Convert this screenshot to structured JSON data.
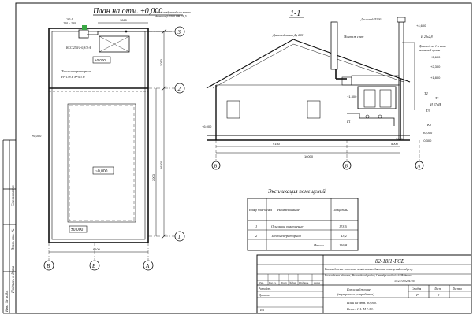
{
  "plan": {
    "title": "План на отм. ±0,000",
    "room_zone_label": "~0,000",
    "room_bottom_label": "±0,000",
    "top_note_1": "Выход воздуховода из котла",
    "top_note_2": "(дымоход) Ø160 ОВ 7/6,5",
    "dim_top": "1860",
    "dim_right_1": "3050",
    "dim_right_2": "2000",
    "dim_vertical": "16200",
    "dim_bottom": "6100",
    "label_chimney": "ЭК-1",
    "label_chimney_size": "200 х 200",
    "label_kss": "КСС 250/1-0,8/3-А",
    "label_teplo": "Теплогенераторная",
    "label_teplo_area": "Н=158 м  S=4,3 м",
    "label_plus000": "+0,000",
    "left_mark": "+6,000"
  },
  "axes": {
    "a3": "3",
    "a2": "2",
    "a1": "1",
    "aV": "В",
    "aB": "Б",
    "aA": "А"
  },
  "section": {
    "title": "1-1",
    "note_chimney": "Дымовой канал  Дy 200",
    "note_chimney2": "Монтаж стен",
    "note_roof": "Дымоход Ø200",
    "note_ventel": "Ø 28x2,8",
    "note_vent_h": "Дымоход от 1 м выше",
    "note_vent_h2": "коньковой кровли",
    "mark_top": "+4,600",
    "mark_mid1": "+2,600",
    "mark_mid2": "+2,300",
    "mark_mid3": "+1,800",
    "mark_low": "+1,300",
    "mark_floor": "±0,000",
    "mark_left": "+6,000",
    "mark_ground": "-0,300",
    "dim_left": "9150",
    "dim_total": "16000",
    "dim_right": "5000",
    "dim_right2": "3000",
    "ax_left": "В",
    "ax_mid": "Б",
    "ax_right": "А",
    "callout_t1": "Т1",
    "callout_t2": "Т2",
    "callout_t3": "Т3",
    "callout_g": "Г1",
    "callout_k": "К1",
    "callout_vk": "Ø 57x4В"
  },
  "explication": {
    "title": "Экспликация помещений",
    "headers": [
      "Номер поме-щения",
      "Наименование",
      "Площадь м2"
    ],
    "rows": [
      [
        "1",
        "Основное помещение",
        "113,6"
      ],
      [
        "2",
        "Теплогенераторная",
        "43,2"
      ],
      [
        "",
        "Итого",
        "156,8"
      ]
    ]
  },
  "stamp": {
    "code": "82-18/1-ГСВ",
    "desc1": "Газоснабжение комплекса хозяйственно-бытовых помещений по адресу:",
    "desc2": "Вологодская область, Вологодский район, Октябрьский с/с, б. Медвино",
    "desc3": "35:25:0502047:64",
    "headers": [
      "Изм.",
      "Кол.уч.",
      "Лист",
      "№док.",
      "Подпись",
      "Дата"
    ],
    "role1": "Разработ.",
    "role2": "Проверил",
    "role3": "ГИП",
    "object": "Газоснабжение",
    "object2": "(внутренние устройства)",
    "stage_h": "Стадия",
    "sheet_h": "Лист",
    "sheets_h": "Листов",
    "stage": "Р",
    "sheet": "2",
    "sheets": "",
    "plan_note1": "План на отм. ±0,000.",
    "plan_note2": "Разрез 1-1. М 1:50."
  },
  "side": {
    "s1": "Согласовано",
    "s2": "Взам. инв. №",
    "s3": "Подпись и дата",
    "s4": "Инв. № подл."
  }
}
